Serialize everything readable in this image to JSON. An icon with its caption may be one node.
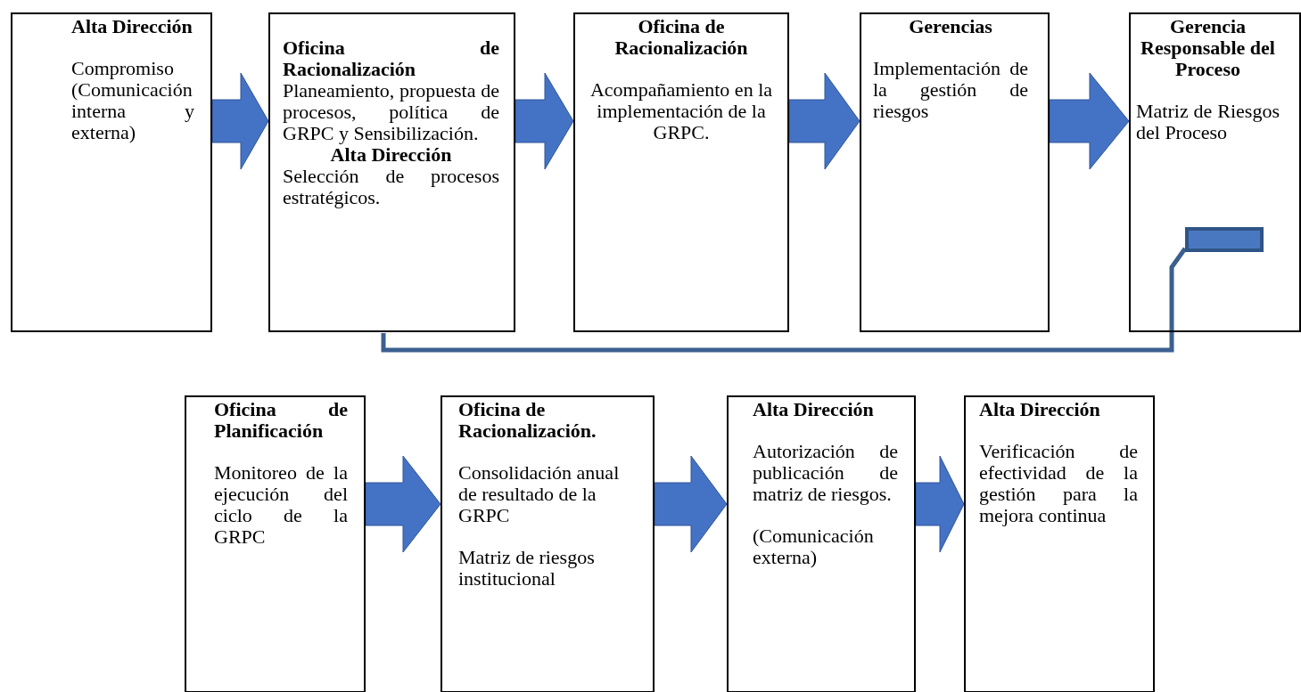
{
  "diagram": {
    "nodes": [
      {
        "text": [
          "Alta Dirección",
          "Compromiso (Comunicación interna y externa)"
        ]
      },
      {
        "text": [
          "Oficina de Racionalización",
          "Planeamiento, propuesta de procesos, política de GRPC y Sensibilización.",
          "Alta Dirección",
          "Selección de procesos estratégicos."
        ]
      },
      {
        "text": [
          "Oficina de Racionalización",
          "Acompañamiento en la implementación de la GRPC."
        ]
      },
      {
        "text": [
          "Gerencias",
          "Implementación de la gestión de riesgos"
        ]
      },
      {
        "text": [
          "Gerencia Responsable del Proceso",
          "Matriz de Riesgos del Proceso"
        ]
      },
      {
        "text": [],
        "shape": "bar",
        "in": 4
      },
      {
        "text": [
          "Oficina de Planificación",
          "Monitoreo de la ejecución del ciclo de la GRPC"
        ]
      },
      {
        "text": [
          "Oficina de Racionalización.",
          "Consolidación anual de resultado de la GRPC",
          "Matriz de riesgos institucional"
        ]
      },
      {
        "text": [
          "Alta Dirección",
          "Autorización de publicación de matriz de riesgos.",
          "(Comunicación externa)"
        ]
      },
      {
        "text": [
          "Alta Dirección",
          "Verificación de efectividad de la gestión para la mejora continua"
        ]
      }
    ],
    "edges": [
      {
        "from": 0,
        "to": 1,
        "arrow": "to"
      },
      {
        "from": 1,
        "to": 2,
        "arrow": "to"
      },
      {
        "from": 2,
        "to": 3,
        "arrow": "to"
      },
      {
        "from": 3,
        "to": 4,
        "arrow": "to"
      },
      {
        "from": 6,
        "to": 7,
        "arrow": "to"
      },
      {
        "from": 7,
        "to": 8,
        "arrow": "to"
      },
      {
        "from": 8,
        "to": 9,
        "arrow": "to"
      },
      {
        "from": 5,
        "to": 1,
        "arrow": "none",
        "color": "#3b5f8f"
      }
    ]
  }
}
